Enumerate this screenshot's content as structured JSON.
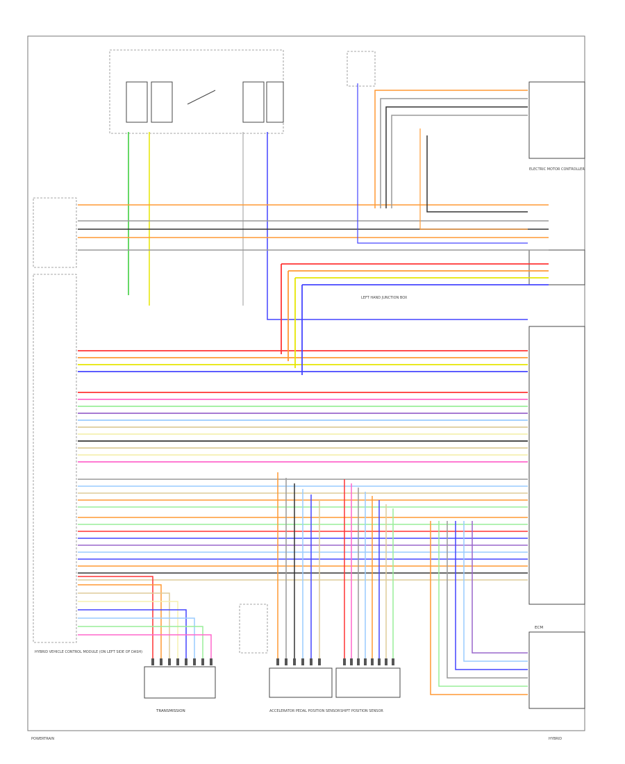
{
  "colors": {
    "green": "#33cc33",
    "yellow": "#e6e600",
    "orange": "#ff9933",
    "red": "#ff3333",
    "blue": "#4444ff",
    "pink": "#ff66cc",
    "gray": "#999999",
    "black": "#333333",
    "light_green": "#99ee99",
    "light_blue": "#99ccff",
    "tan": "#ddcc99",
    "violet": "#9966cc",
    "light_yellow": "#f5f0b0",
    "white_wire": "#dddddd"
  },
  "blocks": {
    "hybrid_ecm": "HYBRID VEHICLE CONTROL MODULE (ON LEFT SIDE OF DASH)",
    "transmission": "TRANSMISSION",
    "accel_pedal": "ACCELERATOR PEDAL POSITION SENSOR",
    "shift_lever": "SHIFT POSITION SENSOR",
    "electric_motor": "ELECTRIC MOTOR CONTROLLER",
    "ecm_box": "ECM",
    "jb_label": "LEFT HAND JUNCTION BOX",
    "footer_left": "POWERTRAIN",
    "footer_right": "HYBRID"
  }
}
